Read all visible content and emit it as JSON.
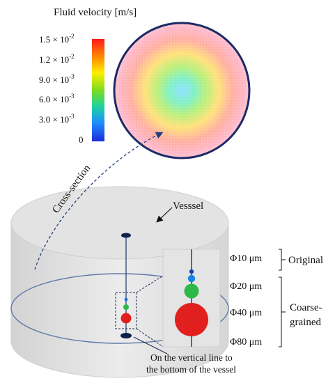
{
  "colorbar": {
    "title": "Fluid velocity [m/s]",
    "ticks": [
      {
        "mant": "1.5",
        "exp": "-2"
      },
      {
        "mant": "1.2",
        "exp": "-2"
      },
      {
        "mant": "9.0",
        "exp": "-3"
      },
      {
        "mant": "6.0",
        "exp": "-3"
      },
      {
        "mant": "3.0",
        "exp": "-3"
      },
      {
        "mant": "0",
        "exp": ""
      }
    ],
    "colors": [
      "#ff1a1a",
      "#ff8c00",
      "#ffee00",
      "#7ddc1f",
      "#1fd2a0",
      "#1f8cff",
      "#1a2cd9"
    ]
  },
  "labels": {
    "cross_section": "Cross-section",
    "vessel": "Vesssel",
    "bottom_note_line1": "On the vertical line to",
    "bottom_note_line2": "the bottom of the vessel",
    "original": "Original",
    "coarse_line1": "Coarse-",
    "coarse_line2": "grained"
  },
  "particles": [
    {
      "label": "Φ10 μm",
      "color": "#1a6fd6"
    },
    {
      "label": "Φ20 μm",
      "color": "#2eb84a"
    },
    {
      "label": "Φ40 μm",
      "color": "#e21f1f"
    },
    {
      "label": "Φ80 μm",
      "color": "#c41a1a"
    }
  ]
}
